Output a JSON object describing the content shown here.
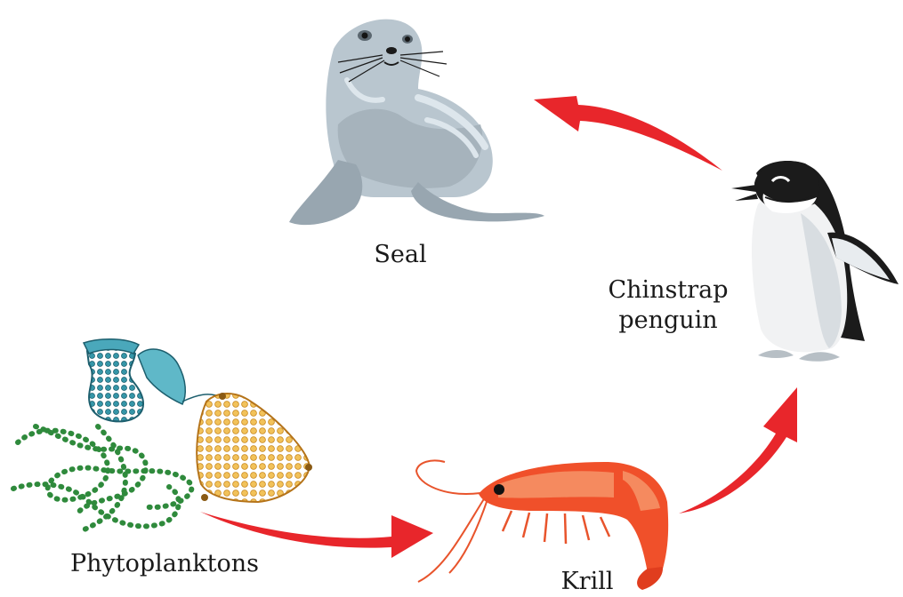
{
  "organisms": {
    "seal": {
      "label": "Seal",
      "icon": "seal-icon"
    },
    "penguin": {
      "label_line1": "Chinstrap",
      "label_line2": "penguin",
      "icon": "penguin-icon"
    },
    "krill": {
      "label": "Krill",
      "icon": "krill-icon"
    },
    "phytoplankton": {
      "label": "Phytoplanktons",
      "icon": "phytoplankton-icon"
    }
  },
  "flow": [
    {
      "from": "Phytoplanktons",
      "to": "Krill"
    },
    {
      "from": "Krill",
      "to": "Chinstrap penguin"
    },
    {
      "from": "Chinstrap penguin",
      "to": "Seal"
    }
  ],
  "colors": {
    "arrow": "#e8262b",
    "seal": "#b9c6cf",
    "penguin_black": "#1b1b1b",
    "krill": "#f0502a",
    "plankton_gold": "#e0a12c",
    "plankton_teal": "#2b7f93",
    "plankton_green": "#2f8a3c"
  }
}
